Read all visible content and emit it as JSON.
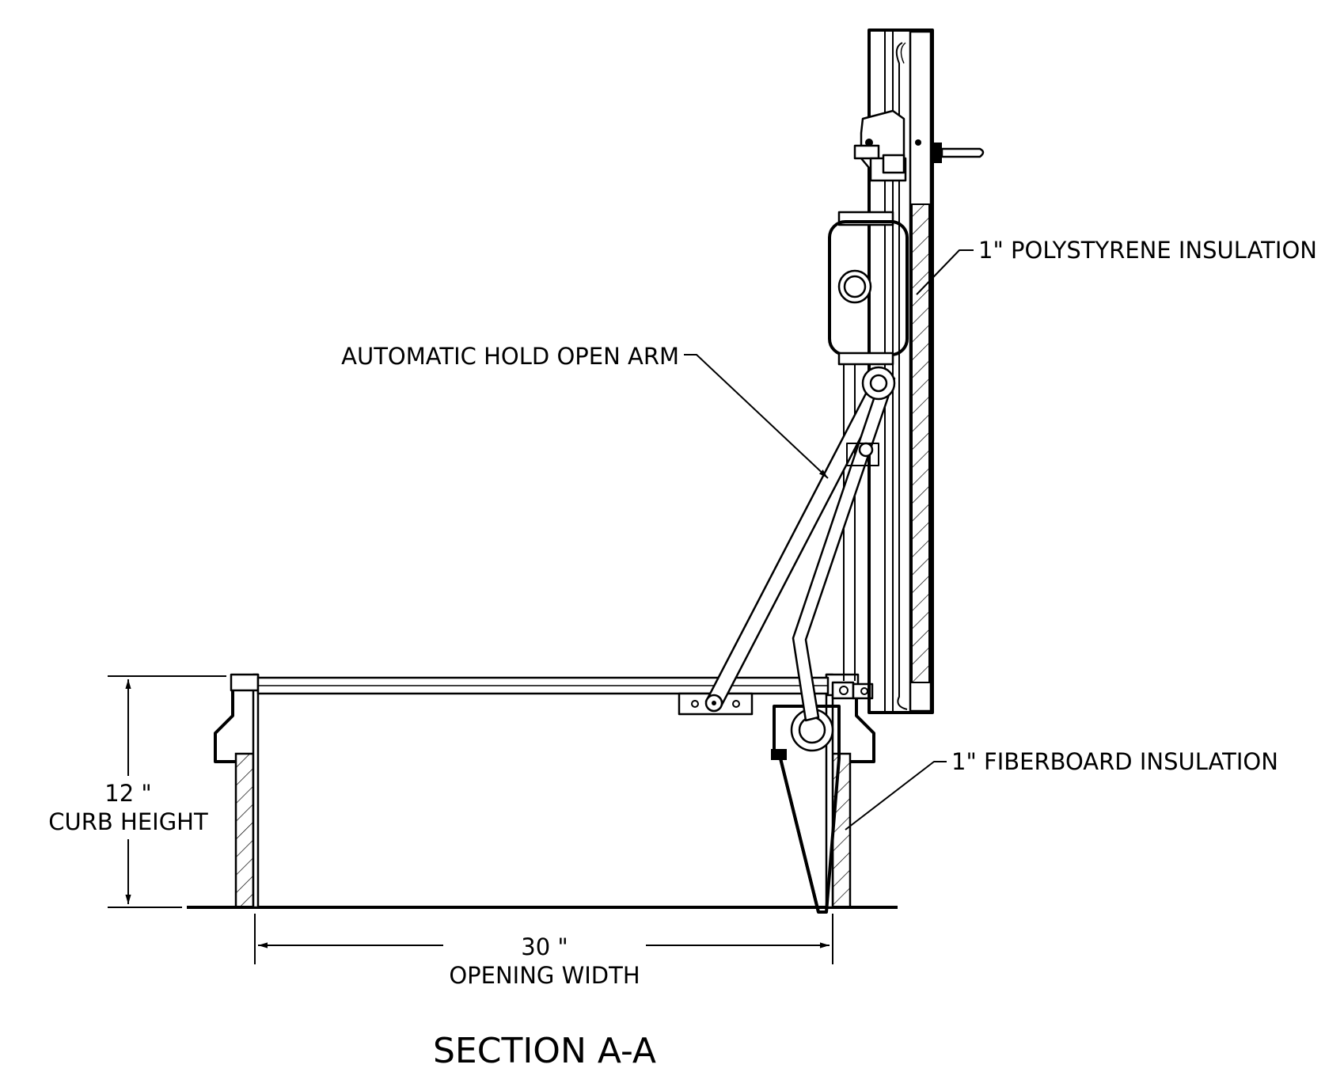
{
  "title": "SECTION A-A",
  "labels": {
    "polystyrene": "1\" POLYSTYRENE INSULATION",
    "hold_open_arm": "AUTOMATIC HOLD OPEN ARM",
    "fiberboard": "1\" FIBERBOARD INSULATION"
  },
  "dimensions": {
    "curb_height_value": "12 \"",
    "curb_height_label": "CURB HEIGHT",
    "opening_width_value": "30 \"",
    "opening_width_label": "OPENING WIDTH"
  }
}
